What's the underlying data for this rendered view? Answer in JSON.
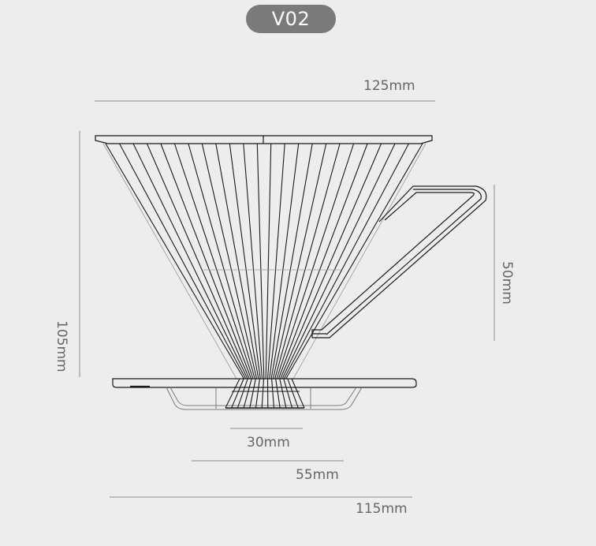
{
  "model_label": "V02",
  "dimensions": {
    "top_width": "125mm",
    "height": "105mm",
    "handle_height": "50mm",
    "outlet_width": "30mm",
    "ring_width": "55mm",
    "base_width": "115mm"
  },
  "colors": {
    "background": "#ededed",
    "badge": "#7b7b7b",
    "line": "#1a1a1a",
    "dim_line": "#8a8a8a",
    "dim_text": "#666666"
  }
}
